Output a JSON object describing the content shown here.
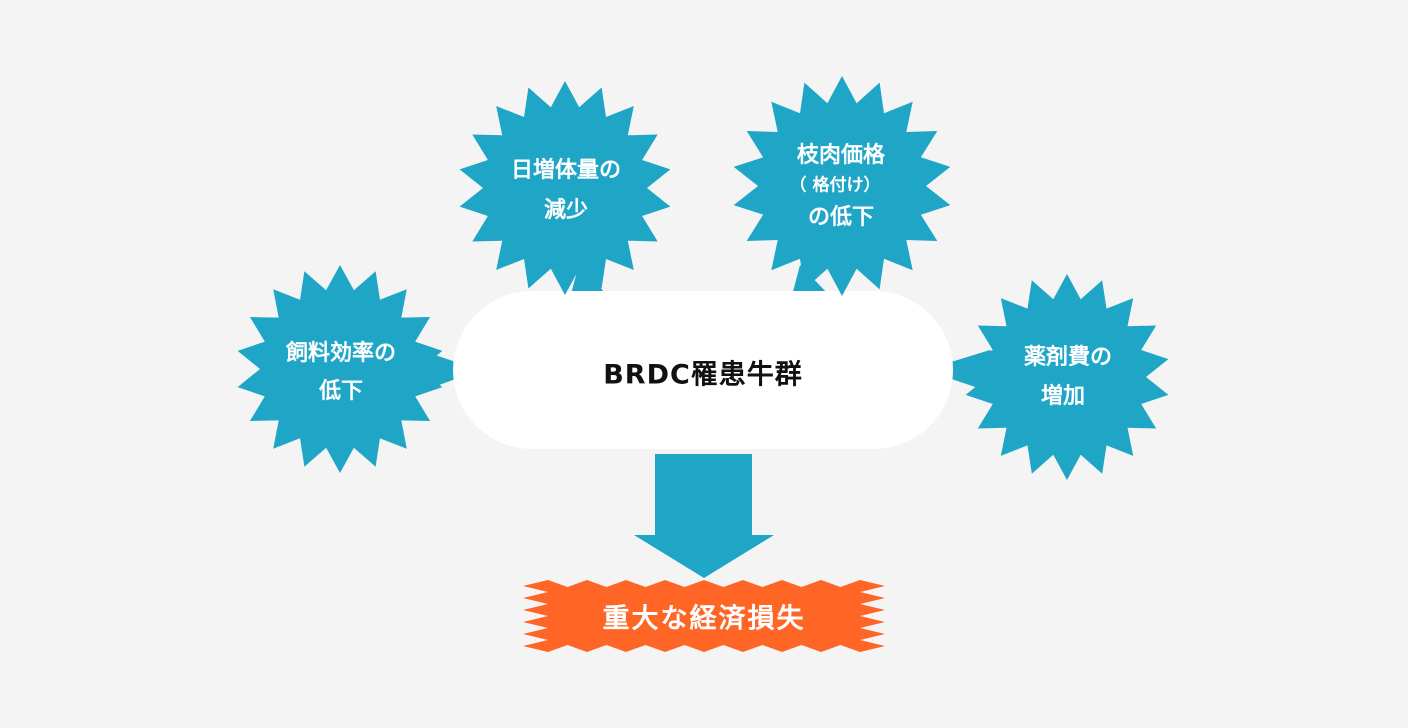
{
  "center": {
    "label": "BRDC罹患牛群"
  },
  "impacts": {
    "feed_efficiency": {
      "line1": "飼料効率の",
      "line2": "低下"
    },
    "weight_gain": {
      "line1": "日増体量の",
      "line2": "減少"
    },
    "carcass_price": {
      "line1": "枝肉価格",
      "line2": "（ 格付け）",
      "line3": "の低下"
    },
    "medicine_cost": {
      "line1": "薬剤費の",
      "line2": "増加"
    }
  },
  "result": {
    "label": "重大な経済損失"
  },
  "colors": {
    "background": "#f4f4f4",
    "burst": "#1fa6c7",
    "cloud": "#ffffff",
    "arrow": "#1fa6c7",
    "result": "#ff6525",
    "center_text": "#111111"
  }
}
